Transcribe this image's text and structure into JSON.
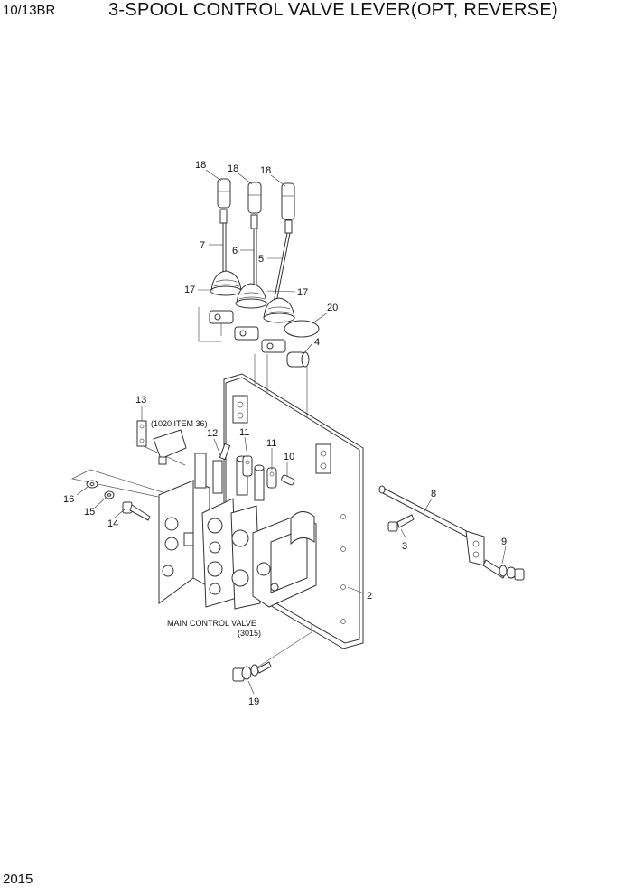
{
  "header": {
    "model": "10/13BR",
    "title": "3-SPOOL CONTROL VALVE LEVER(OPT, REVERSE)"
  },
  "footer": {
    "page_number": "2015"
  },
  "callouts": {
    "c18a": "18",
    "c18b": "18",
    "c18c": "18",
    "c7": "7",
    "c6": "6",
    "c5": "5",
    "c17a": "17",
    "c17b": "17",
    "c20": "20",
    "c4": "4",
    "c13": "13",
    "c12": "12",
    "c11a": "11",
    "c11b": "11",
    "c10": "10",
    "c16": "16",
    "c15": "15",
    "c14": "14",
    "c8": "8",
    "c3": "3",
    "c9": "9",
    "c2": "2",
    "c19": "19"
  },
  "notes": {
    "ref_item": "(1020 ITEM 36)",
    "main_valve": "MAIN CONTROL VALVE",
    "main_valve_ref": "(3015)"
  }
}
